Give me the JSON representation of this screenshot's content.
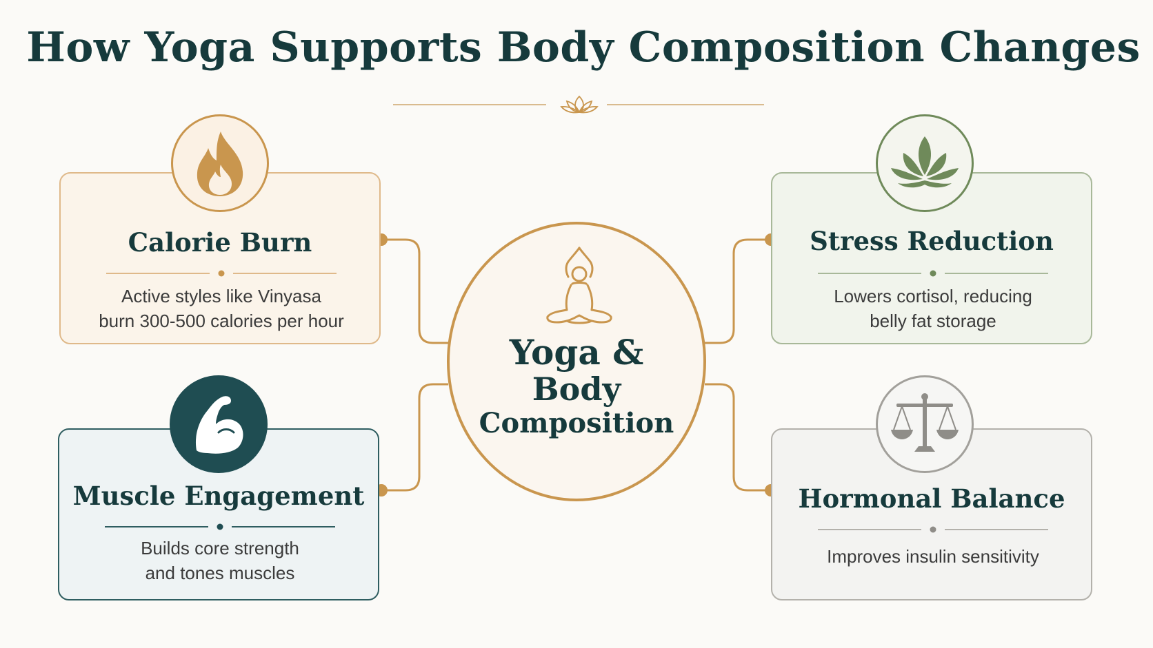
{
  "title": "How Yoga Supports Body Composition Changes",
  "center": {
    "line1": "Yoga &",
    "line2": "Body",
    "line3": "Composition",
    "icon": "meditation-figure-icon"
  },
  "cards": [
    {
      "id": "calorie",
      "title": "Calorie Burn",
      "desc_line1": "Active styles like Vinyasa",
      "desc_line2": "burn 300-500 calories per hour",
      "icon": "flame-icon",
      "accent": "#c9964e"
    },
    {
      "id": "muscle",
      "title": "Muscle Engagement",
      "desc_line1": "Builds core strength",
      "desc_line2": "and tones muscles",
      "icon": "flexed-arm-icon",
      "accent": "#1f4d52"
    },
    {
      "id": "stress",
      "title": "Stress Reduction",
      "desc_line1": "Lowers cortisol, reducing",
      "desc_line2": "belly fat storage",
      "icon": "lotus-icon",
      "accent": "#6f8a5a"
    },
    {
      "id": "hormone",
      "title": "Hormonal Balance",
      "desc_line1": "Improves insulin sensitivity",
      "desc_line2": "",
      "icon": "balance-scale-icon",
      "accent": "#8f8d88"
    }
  ],
  "colors": {
    "heading": "#163a3c",
    "gold": "#c9964e",
    "background": "#fbfaf7"
  }
}
